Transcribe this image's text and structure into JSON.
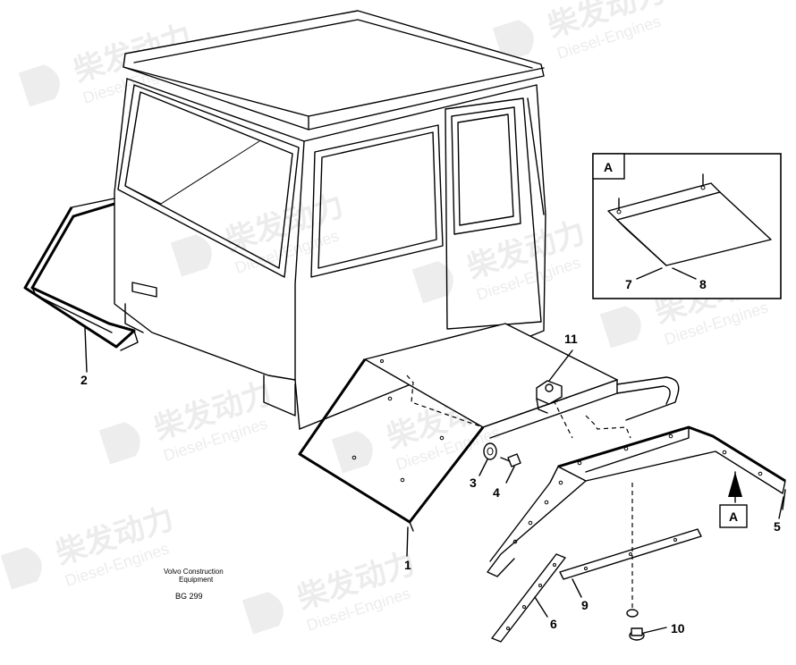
{
  "callouts": {
    "c1": "1",
    "c2": "2",
    "c3": "3",
    "c4": "4",
    "c5": "5",
    "c6": "6",
    "c7": "7",
    "c8": "8",
    "c9": "9",
    "c10": "10",
    "c11": "11"
  },
  "detail_label": "A",
  "view_marker_label": "A",
  "caption": {
    "company_line1": "Volvo Construction",
    "company_line2": "Equipment",
    "code": "BG 299"
  },
  "watermark": {
    "brand": "柴发动力",
    "sub": "Diesel-Engines"
  }
}
